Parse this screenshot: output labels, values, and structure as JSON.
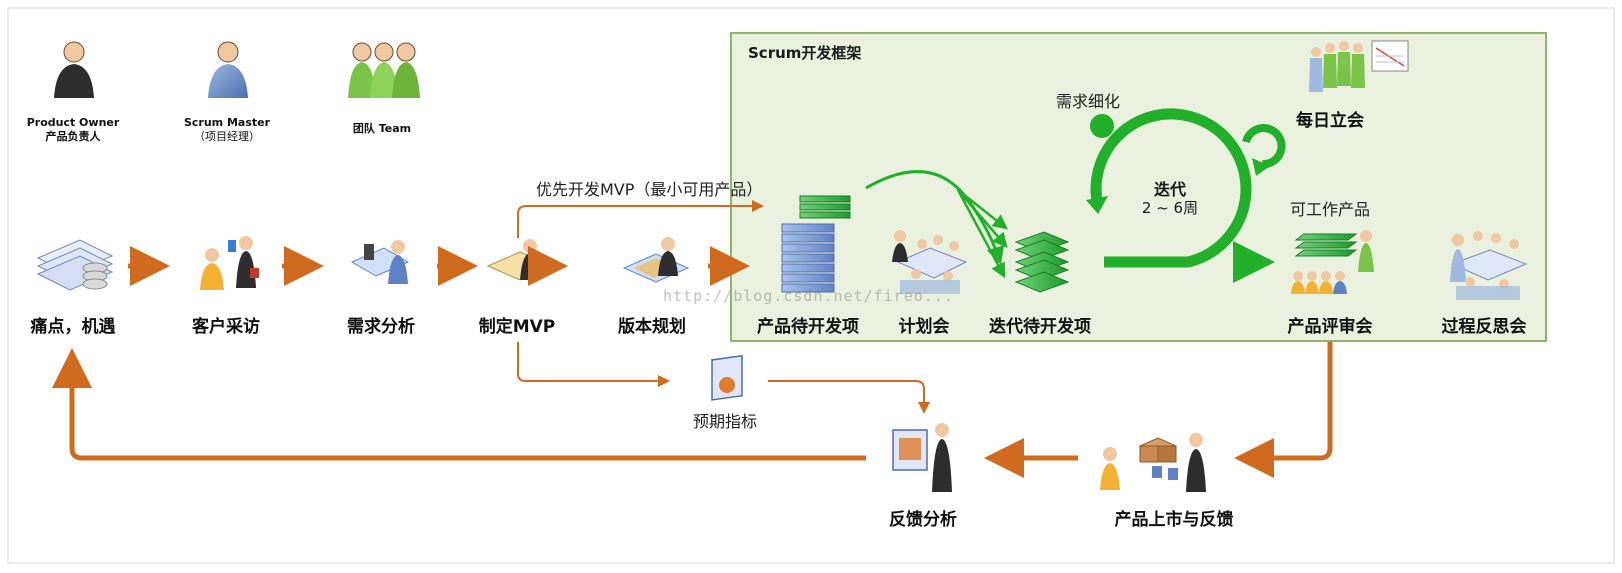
{
  "roles": {
    "product_owner": {
      "line1": "Product Owner",
      "line2": "产品负责人"
    },
    "scrum_master": {
      "line1": "Scrum Master",
      "line2": "（项目经理）"
    },
    "team": {
      "line1": "团队 Team"
    }
  },
  "scrum_frame": {
    "title": "Scrum开发框架",
    "refinement": "需求细化",
    "iteration": "迭代",
    "iteration_length": "2 ~ 6周",
    "daily_standup": "每日立会",
    "working_product": "可工作产品",
    "product_backlog": "产品待开发项",
    "planning": "计划会",
    "sprint_backlog": "迭代待开发项",
    "review": "产品评审会",
    "retrospective": "过程反思会"
  },
  "pipeline": {
    "pain_points": "痛点，机遇",
    "interview": "客户采访",
    "analysis": "需求分析",
    "mvp": "制定MVP",
    "planning": "版本规划",
    "mvp_note": "优先开发MVP（最小可用产品）",
    "expected_metrics": "预期指标",
    "feedback_analysis": "反馈分析",
    "launch": "产品上市与反馈"
  },
  "watermark": "http://blog.csdn.net/fireo...",
  "colors": {
    "arrow": "#d06a1f",
    "scrum_bg": "#eaf1de",
    "scrum_border": "#8fb46e",
    "green": "#22b02a"
  }
}
